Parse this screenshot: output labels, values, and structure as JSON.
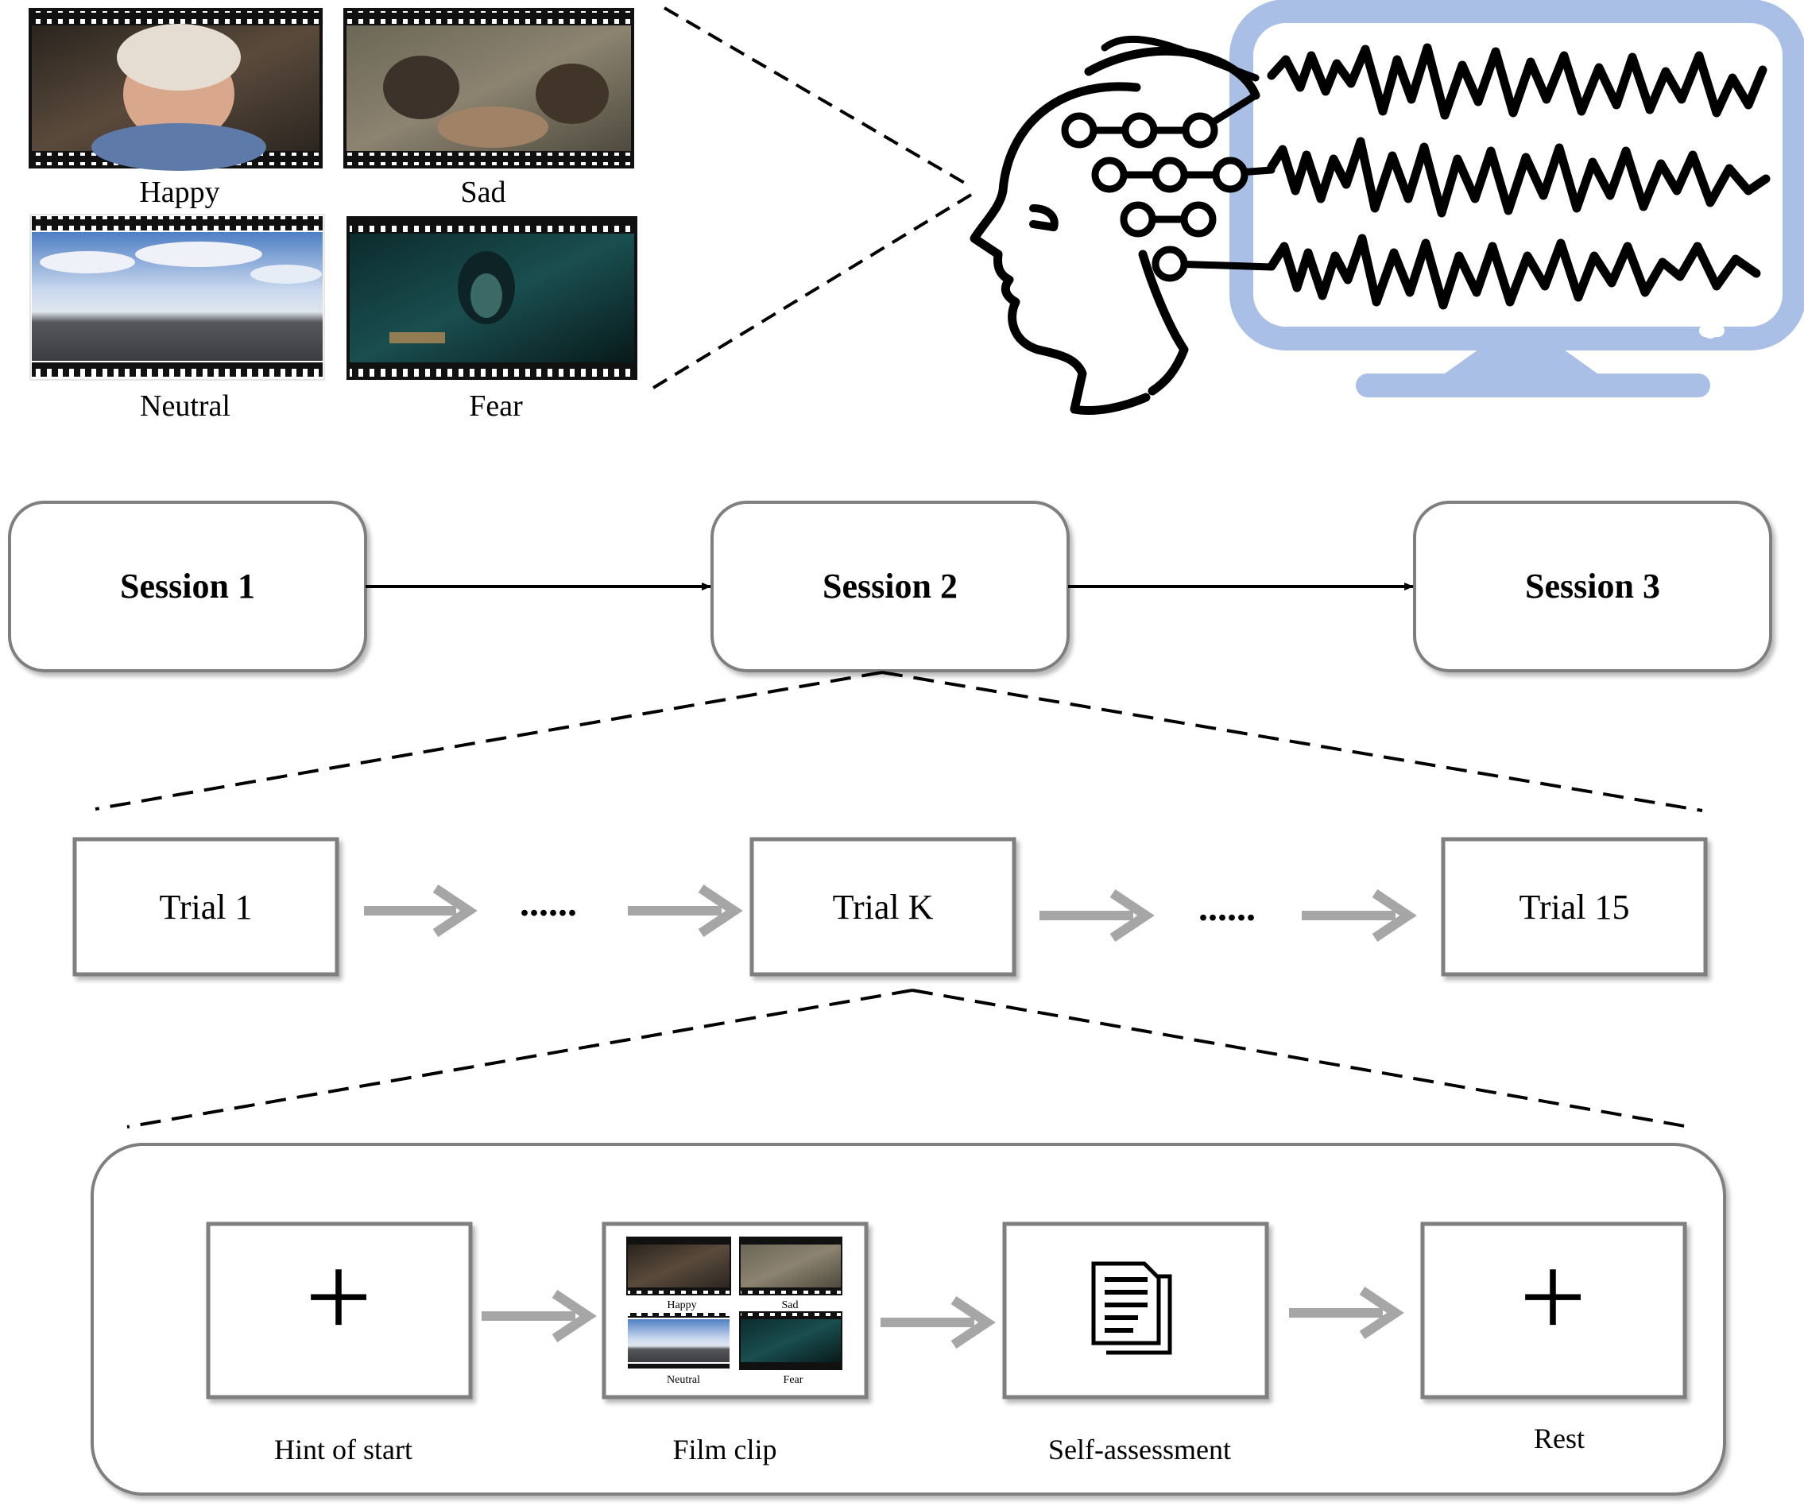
{
  "stimuli": {
    "happy": "Happy",
    "sad": "Sad",
    "neutral": "Neutral",
    "fear": "Fear"
  },
  "sessions": [
    "Session 1",
    "Session 2",
    "Session 3"
  ],
  "trials": {
    "first": "Trial 1",
    "middle": "Trial K",
    "last": "Trial 15",
    "ellipsis": "......"
  },
  "steps": {
    "hint_symbol": "+",
    "hint": "Hint of start",
    "film": "Film clip",
    "assessment": "Self-assessment",
    "rest_symbol": "+",
    "rest": "Rest"
  },
  "colors": {
    "monitor_blue": "#a9bfe6",
    "arrow_gray": "#a6a6a6",
    "border_gray": "#7f7f7f"
  }
}
